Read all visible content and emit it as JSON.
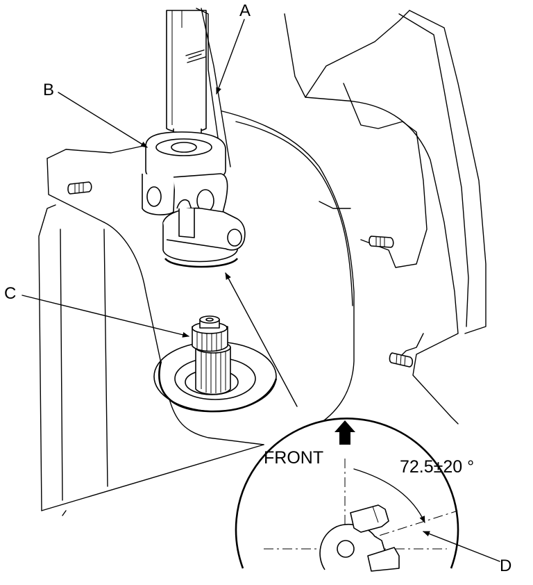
{
  "callouts": {
    "a": "A",
    "b": "B",
    "c": "C",
    "d": "D"
  },
  "detail": {
    "front_label": "FRONT",
    "angle_label": "72.5±20 °"
  }
}
